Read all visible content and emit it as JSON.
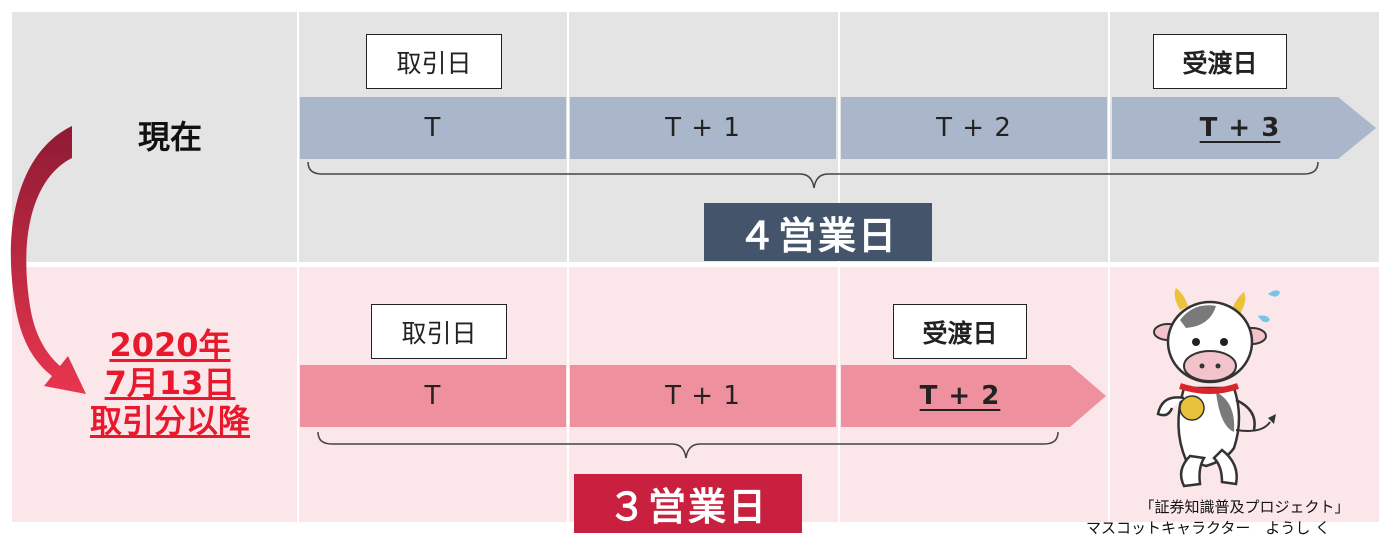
{
  "current": {
    "title": "現在",
    "trade_label": "取引日",
    "settle_label": "受渡日",
    "days": [
      "T",
      "T + 1",
      "T + 2",
      "T + 3"
    ],
    "total": "４営業日"
  },
  "new": {
    "title_lines": [
      "2020年",
      "7月13日",
      "取引分以降"
    ],
    "trade_label": "取引日",
    "settle_label": "受渡日",
    "days": [
      "T",
      "T + 1",
      "T + 2"
    ],
    "total": "３営業日"
  },
  "mascot": {
    "caption_line1": "「証券知識普及プロジェクト」",
    "caption_line2": "マスコットキャラクター　ようし く"
  },
  "colors": {
    "gray_bg": "#e4e4e4",
    "pink_bg": "#fbe6ea",
    "gray_arrow": "#aab6c9",
    "pink_arrow": "#ef909e",
    "dark_badge": "#44546a",
    "red_badge": "#c8203e",
    "red_text": "#e8192c"
  }
}
